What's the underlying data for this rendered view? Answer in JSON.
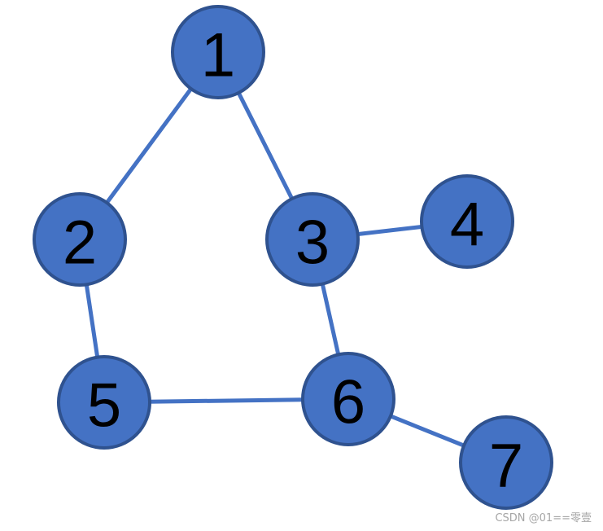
{
  "diagram": {
    "type": "undirected-graph",
    "colors": {
      "node_fill": "#4472C4",
      "node_border": "#2F528F",
      "edge": "#4472C4",
      "label": "#000000"
    },
    "nodes": [
      {
        "id": "1",
        "label": "1"
      },
      {
        "id": "2",
        "label": "2"
      },
      {
        "id": "3",
        "label": "3"
      },
      {
        "id": "4",
        "label": "4"
      },
      {
        "id": "5",
        "label": "5"
      },
      {
        "id": "6",
        "label": "6"
      },
      {
        "id": "7",
        "label": "7"
      }
    ],
    "edges": [
      {
        "from": "1",
        "to": "2"
      },
      {
        "from": "1",
        "to": "3"
      },
      {
        "from": "2",
        "to": "5"
      },
      {
        "from": "3",
        "to": "4"
      },
      {
        "from": "3",
        "to": "6"
      },
      {
        "from": "5",
        "to": "6"
      },
      {
        "from": "6",
        "to": "7"
      }
    ]
  },
  "watermark": "CSDN @01==零壹"
}
